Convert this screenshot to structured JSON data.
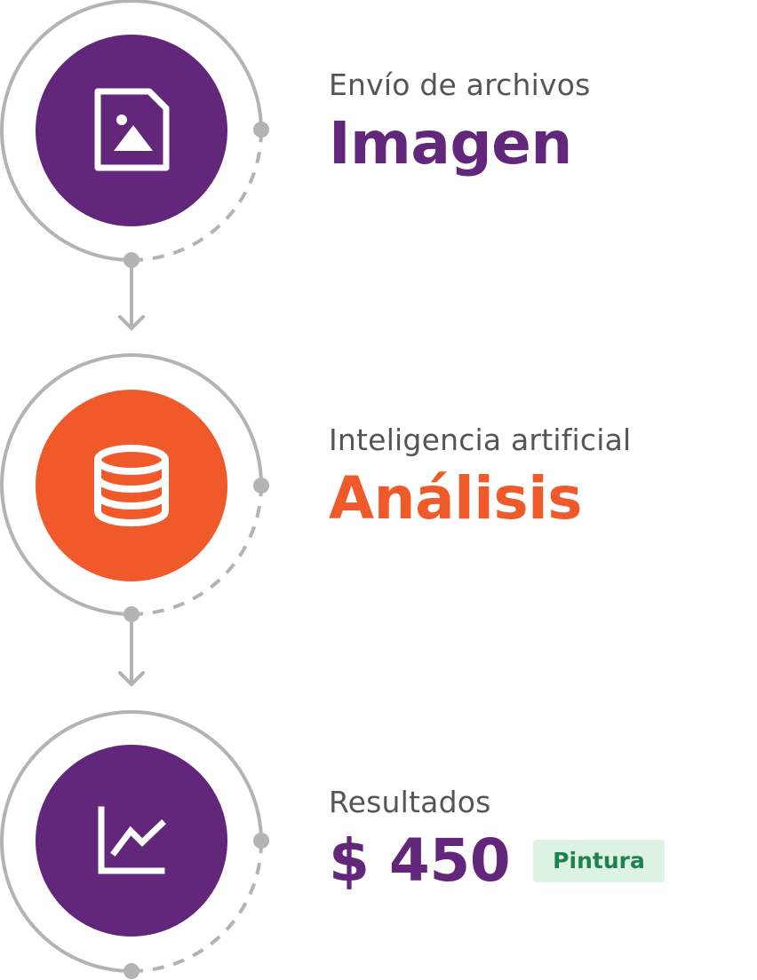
{
  "colors": {
    "purple": "#62267a",
    "orange": "#f05a2a",
    "ring_gray": "#b3b3b3",
    "kicker_gray": "#555555",
    "tag_background": "#dcf3e4",
    "tag_text": "#1f8150"
  },
  "steps": [
    {
      "kicker": "Envío de archivos",
      "title": "Imagen",
      "icon": "image-file-icon",
      "color": "#62267a"
    },
    {
      "kicker": "Inteligencia artificial",
      "title": "Análisis",
      "icon": "database-icon",
      "color": "#f05a2a"
    },
    {
      "kicker": "Resultados",
      "title": "$ 450",
      "tag": "Pintura",
      "icon": "line-chart-icon",
      "color": "#62267a"
    }
  ],
  "connectors": [
    "arrow-down-icon",
    "arrow-down-icon"
  ]
}
